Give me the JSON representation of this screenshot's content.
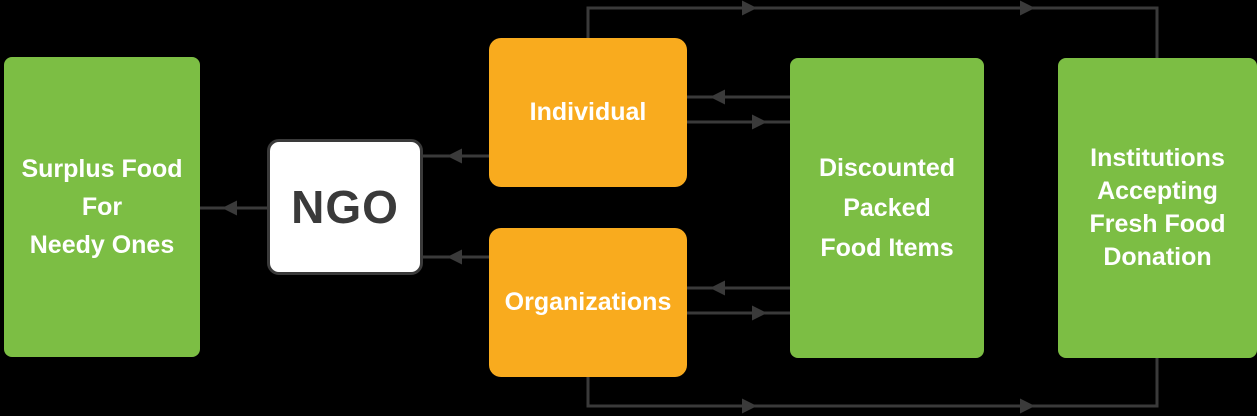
{
  "diagram": {
    "nodes": {
      "surplus": {
        "lines": [
          "Surplus Food",
          "For",
          "Needy Ones"
        ],
        "fill": "#7cbe44",
        "text_color": "#ffffff"
      },
      "ngo": {
        "label": "NGO",
        "fill": "#ffffff",
        "border_color": "#3a3a3a",
        "text_color": "#3a3a3a"
      },
      "individual": {
        "label": "Individual",
        "fill": "#f9ab1e",
        "text_color": "#ffffff"
      },
      "organizations": {
        "label": "Organizations",
        "fill": "#f9ab1e",
        "text_color": "#ffffff"
      },
      "discounted": {
        "lines": [
          "Discounted",
          "Packed",
          "Food Items"
        ],
        "fill": "#7cbe44",
        "text_color": "#ffffff"
      },
      "institutions": {
        "lines": [
          "Institutions",
          "Accepting",
          "Fresh Food",
          "Donation"
        ],
        "fill": "#7cbe44",
        "text_color": "#ffffff"
      }
    },
    "edges": [
      {
        "from": "ngo",
        "to": "surplus"
      },
      {
        "from": "individual",
        "to": "ngo"
      },
      {
        "from": "organizations",
        "to": "ngo"
      },
      {
        "from": "discounted",
        "to": "individual"
      },
      {
        "from": "individual",
        "to": "discounted"
      },
      {
        "from": "discounted",
        "to": "organizations"
      },
      {
        "from": "organizations",
        "to": "discounted"
      },
      {
        "from": "individual",
        "to": "institutions"
      },
      {
        "from": "organizations",
        "to": "institutions"
      }
    ],
    "colors": {
      "background": "#000000",
      "line": "#3a3a3a",
      "green": "#7cbe44",
      "orange": "#f9ab1e",
      "white": "#ffffff"
    }
  }
}
